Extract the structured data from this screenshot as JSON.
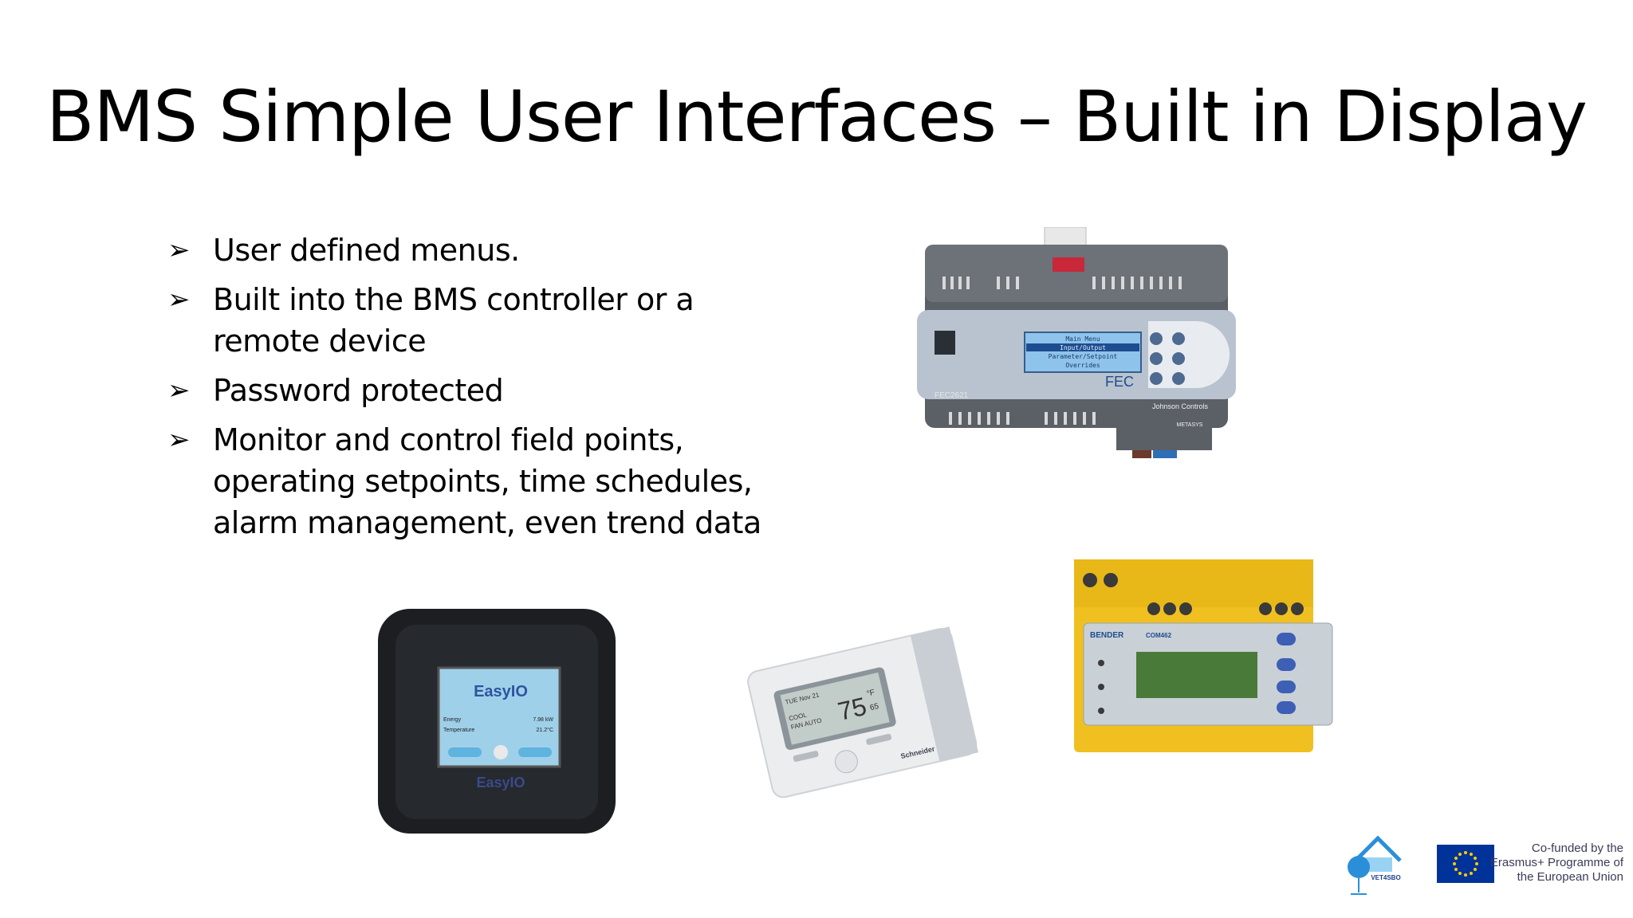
{
  "slide": {
    "title": "BMS Simple User Interfaces – Built in Display",
    "bullets": [
      "User defined menus.",
      "Built into the BMS controller or a remote device",
      "Password protected",
      "Monitor and control field points, operating setpoints, time schedules, alarm management, even trend data"
    ]
  },
  "images": {
    "fec_controller": {
      "screen_lines": [
        "Main Menu",
        "Input/Output",
        "Parameter/Setpoint",
        "Overrides"
      ],
      "badge": "FEC",
      "model": "FEC2621",
      "brand": "Johnson Controls",
      "subbrand": "METASYS"
    },
    "easyio_panel": {
      "logo": "EasyIO",
      "rows": [
        {
          "label": "Energy",
          "value": "7.98 kW"
        },
        {
          "label": "Temperature",
          "value": "21.2°C"
        }
      ]
    },
    "schneider_thermostat": {
      "date": "TUE Nov 21",
      "temperature": "75",
      "unit": "°F",
      "setpoint": "65",
      "mode": "COOL",
      "fan": "FAN AUTO",
      "brand": "Schneider"
    },
    "bender_module": {
      "brand": "BENDER",
      "model": "COM462"
    }
  },
  "footer": {
    "logo_text": "VET4SBO",
    "funding_text": "Co-funded by the Erasmus+ Programme of the European Union"
  },
  "colors": {
    "background": "#ffffff",
    "text": "#000000",
    "eu_blue": "#003399",
    "eu_star": "#ffcc00",
    "logo_blue": "#2a8fd8"
  }
}
